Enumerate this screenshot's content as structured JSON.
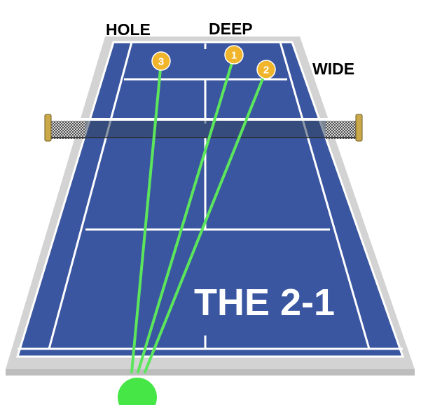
{
  "labels": {
    "hole": "HOLE",
    "deep": "DEEP",
    "wide": "WIDE"
  },
  "title": "THE 2-1",
  "markers": [
    {
      "number": "1"
    },
    {
      "number": "2"
    },
    {
      "number": "3"
    }
  ],
  "colors": {
    "court_blue": "#3a56a0",
    "court_line": "#ffffff",
    "surround": "#d3d3d3",
    "shot_line": "#5ce65c",
    "ball": "#46e646",
    "marker": "#f0b52a",
    "net": "#2b2b2b",
    "net_post": "#c9a94a"
  }
}
